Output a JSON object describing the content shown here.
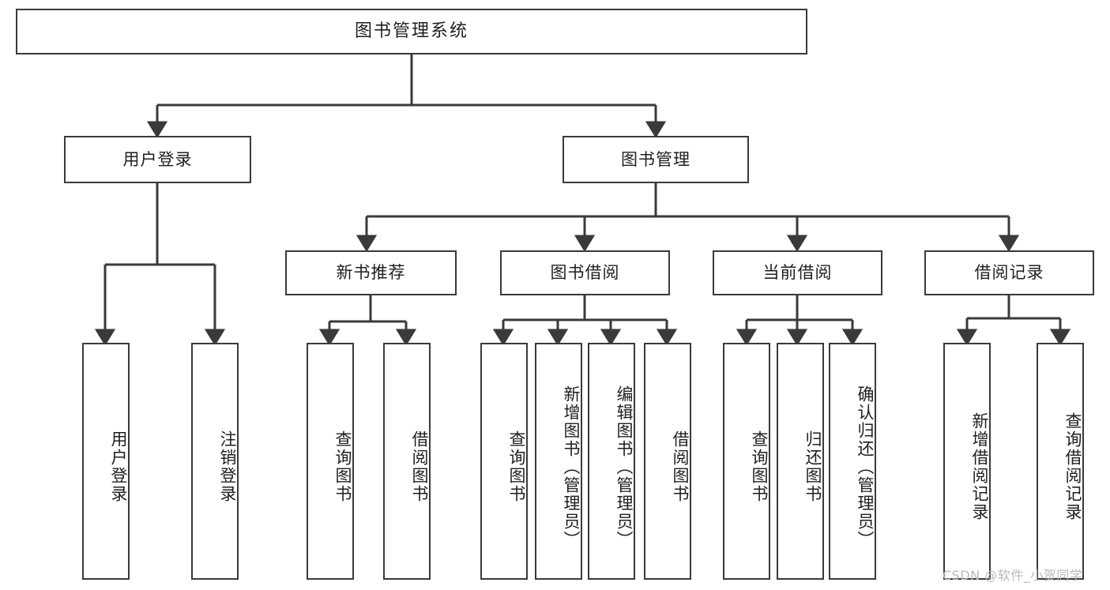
{
  "diagram": {
    "type": "tree",
    "title": "图书管理系统",
    "watermark": "CSDN @软件_小贺同学",
    "stroke_color": "#3a3a3a",
    "background_color": "#ffffff",
    "text_color": "#1f1f1f"
  },
  "nodes": {
    "root": "图书管理系统",
    "level2": {
      "user_login": "用户登录",
      "book_manage": "图书管理"
    },
    "level3": {
      "new_book_rec": "新书推荐",
      "book_borrow": "图书借阅",
      "current_borrow": "当前借阅",
      "borrow_record": "借阅记录"
    },
    "leaves": {
      "user_login_1": "用户登录",
      "user_login_2": "注销登录",
      "new_book_rec_1": "查询图书",
      "new_book_rec_2": "借阅图书",
      "book_borrow_1": "查询图书",
      "book_borrow_2": "新增图书（管理员）",
      "book_borrow_3": "编辑图书（管理员）",
      "book_borrow_4": "借阅图书",
      "current_borrow_1": "查询图书",
      "current_borrow_2": "归还图书",
      "current_borrow_3": "确认归还（管理员）",
      "borrow_record_1": "新增借阅记录",
      "borrow_record_2": "查询借阅记录"
    }
  }
}
